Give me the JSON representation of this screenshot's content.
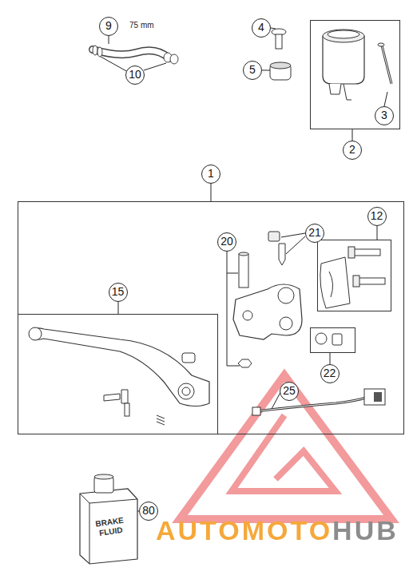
{
  "diagram": {
    "nodes": [
      {
        "text": [
          "2"
        ]
      },
      {
        "text": [
          "1"
        ]
      },
      {
        "text": [
          "15"
        ],
        "in": 1
      },
      {
        "text": [
          "12"
        ],
        "in": 1
      },
      {
        "text": [
          "22"
        ],
        "in": 1
      }
    ],
    "labels": [
      "9",
      "75 mm",
      "10",
      "4",
      "5",
      "3",
      "20",
      "21",
      "25",
      "BRAKE FLUID",
      "80",
      "AUTOMOTOHUB"
    ]
  }
}
